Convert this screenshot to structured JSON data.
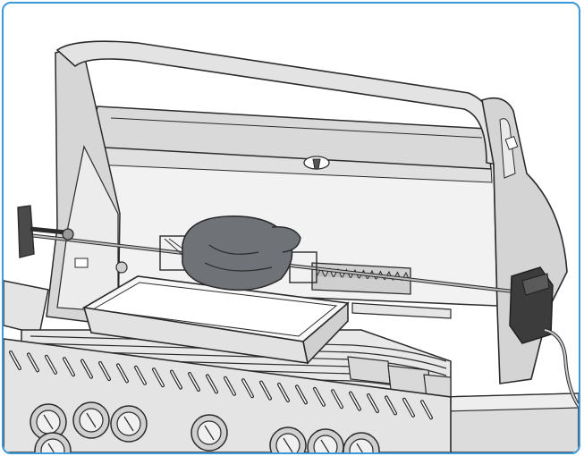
{
  "illustration": {
    "subject": "grill-rotisserie",
    "colors": {
      "border": "#3a9ad9",
      "line": "#2b2b2b",
      "metal_light": "#e9e9e9",
      "metal_mid": "#cfcfcf",
      "metal_dark": "#9a9a9a",
      "poultry": "#6f7277",
      "motor": "#3c3c3c"
    },
    "icons": [
      "rotisserie-handle-icon",
      "rotisserie-motor-icon",
      "drip-pan-icon",
      "poultry-icon",
      "control-knob-icon"
    ],
    "control_knob_count": 8,
    "front_vent_slot_count": 24
  }
}
